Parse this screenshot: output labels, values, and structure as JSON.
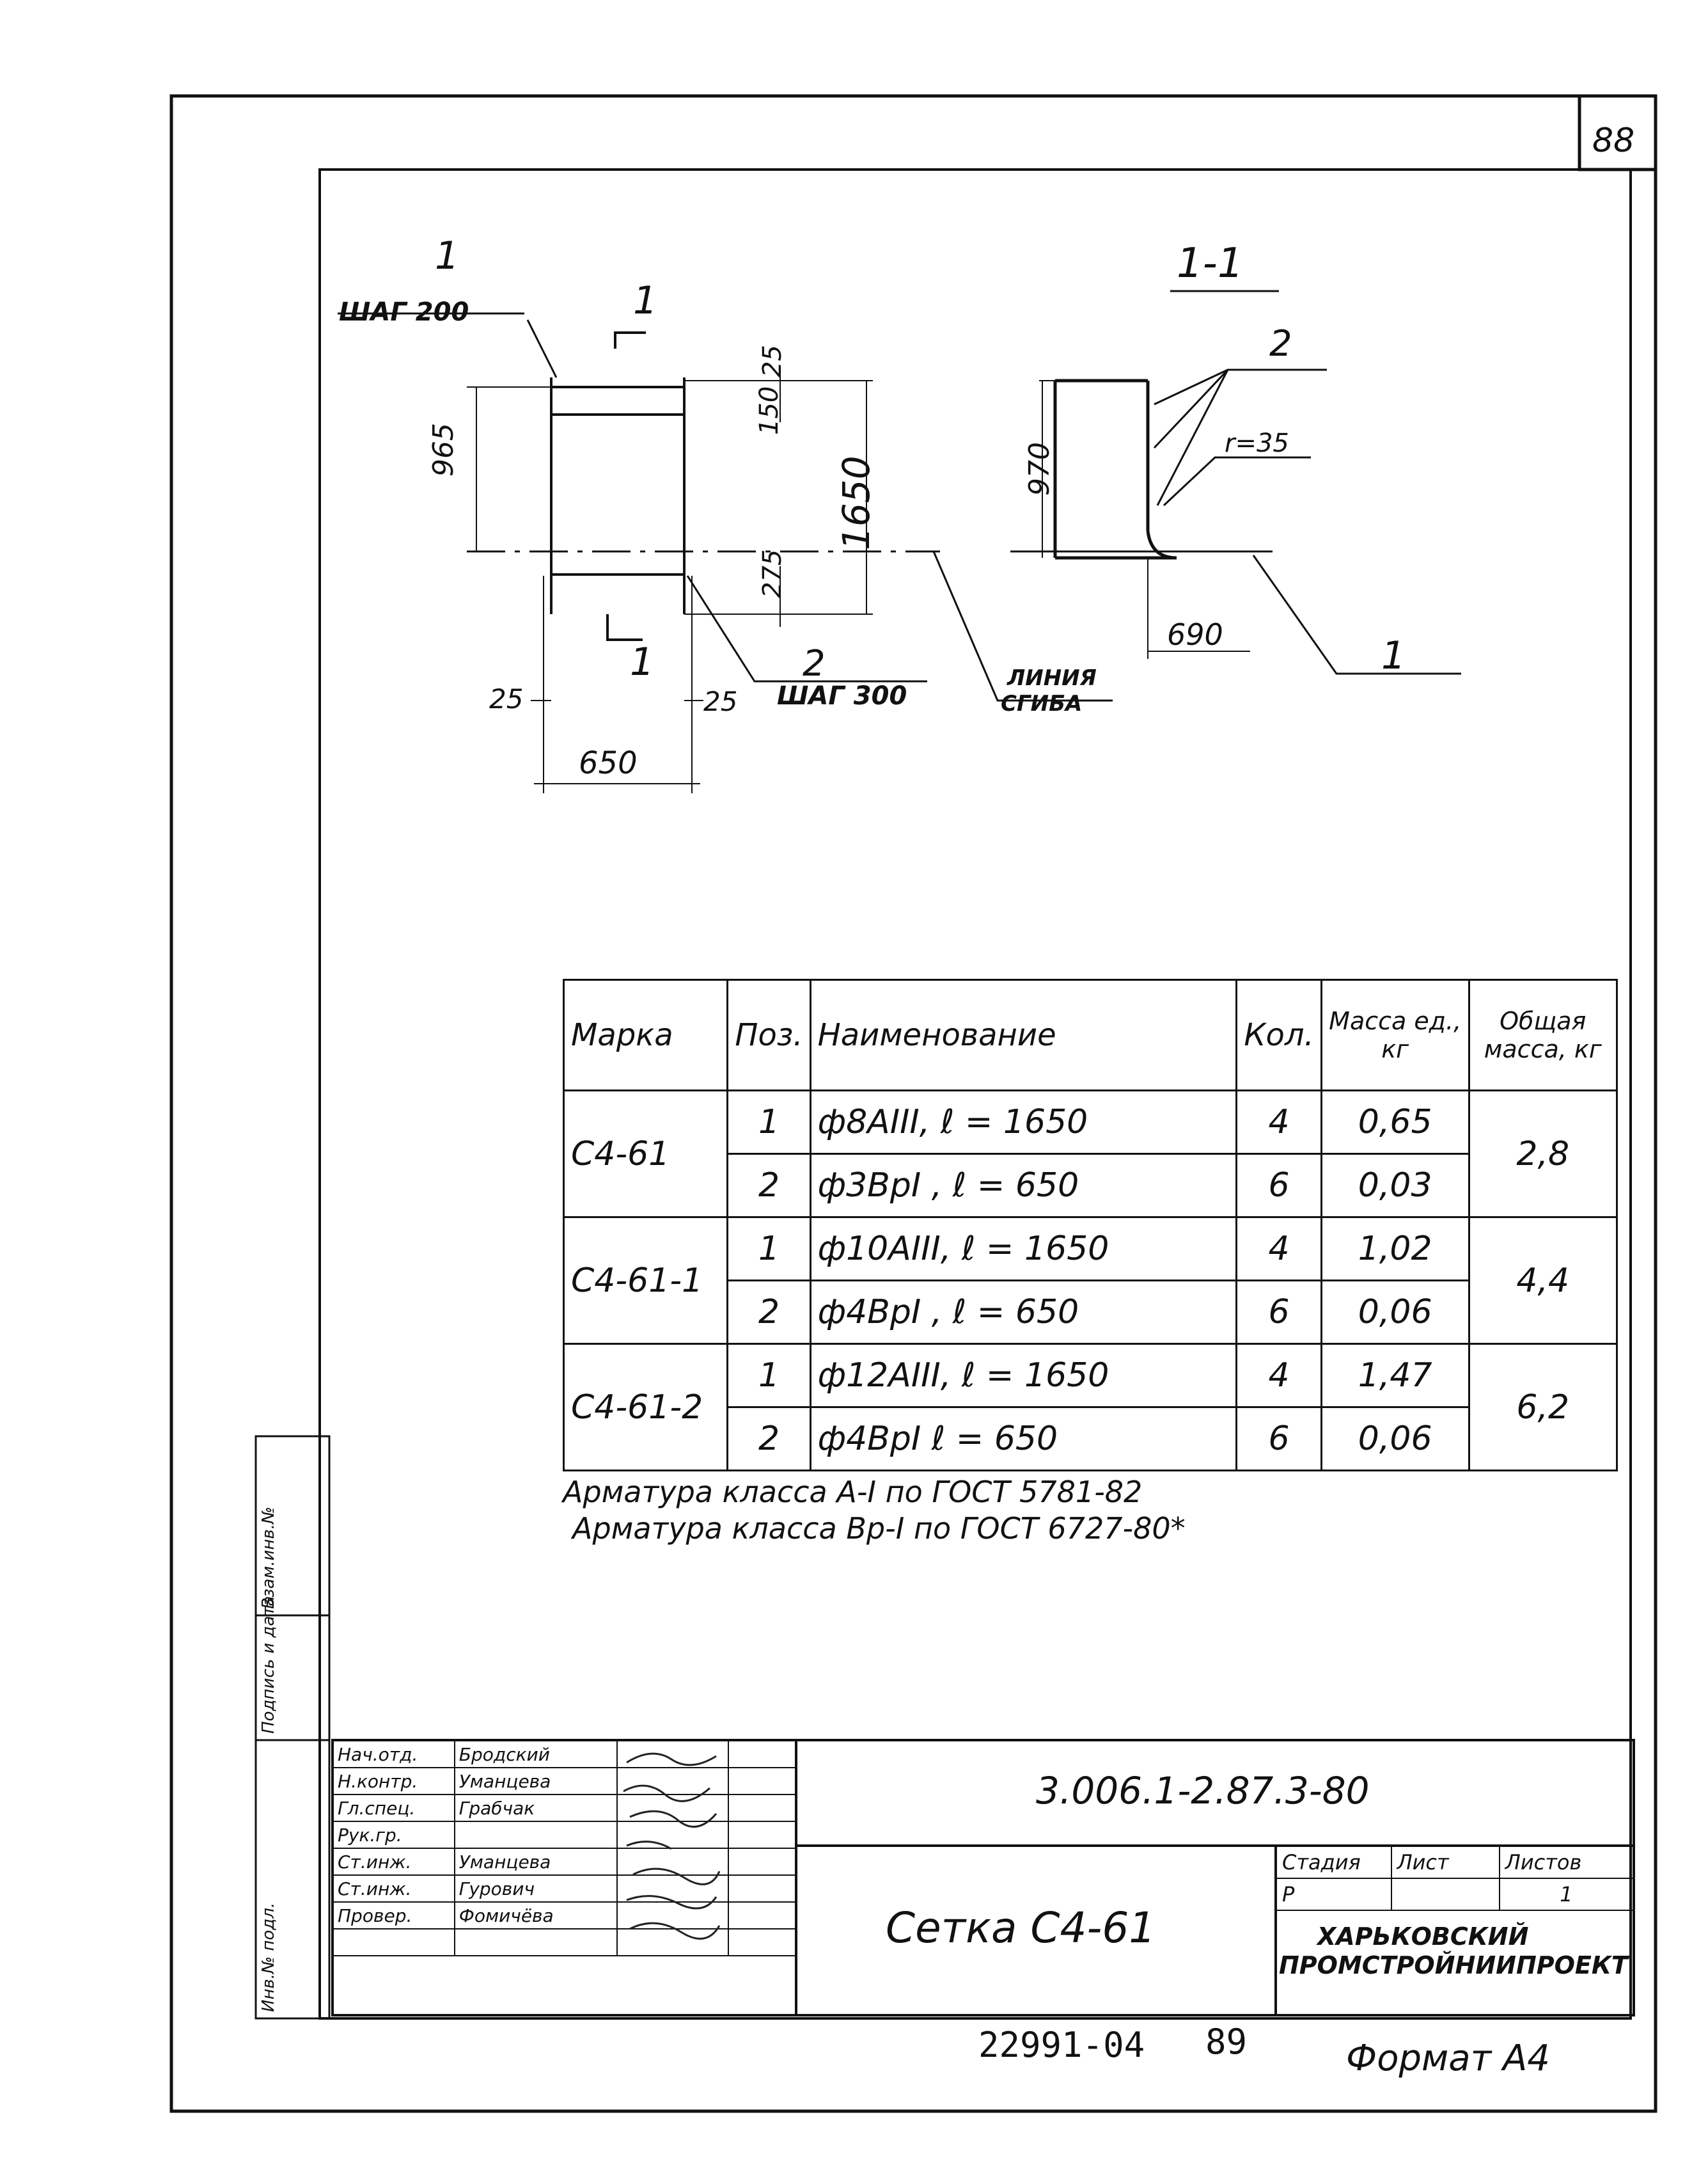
{
  "page_number": "88",
  "drawing": {
    "section_label": "1-1",
    "cut_mark": "1",
    "callouts": {
      "pos1_top": "1",
      "pitch_200": "ШАГ 200",
      "pos2_bottom": "2",
      "pitch_300": "ШАГ 300",
      "fold_line_1": "ЛИНИЯ",
      "fold_line_2": "СГИБА",
      "section_pos2": "2",
      "section_radius": "r=35",
      "section_pos1": "1"
    },
    "dims": {
      "d965": "965",
      "d25_top": "25",
      "d150": "150",
      "d1650": "1650",
      "d275": "275",
      "d25_left": "25",
      "d25_right": "25",
      "d650": "650",
      "d970": "970",
      "d690": "690"
    }
  },
  "spec_table": {
    "headers": {
      "mark": "Марка",
      "pos": "Поз.",
      "name": "Наименование",
      "qty": "Кол.",
      "unit_mass": "Масса ед., кг",
      "total_mass": "Общая масса, кг"
    },
    "groups": [
      {
        "mark": "С4-61",
        "total": "2,8",
        "rows": [
          {
            "pos": "1",
            "name": "ф8АIII,   ℓ = 1650",
            "qty": "4",
            "mass": "0,65"
          },
          {
            "pos": "2",
            "name": "ф3ВрI ,  ℓ = 650",
            "qty": "6",
            "mass": "0,03"
          }
        ]
      },
      {
        "mark": "С4-61-1",
        "total": "4,4",
        "rows": [
          {
            "pos": "1",
            "name": "ф10АIII,   ℓ = 1650",
            "qty": "4",
            "mass": "1,02"
          },
          {
            "pos": "2",
            "name": "ф4ВрI ,  ℓ = 650",
            "qty": "6",
            "mass": "0,06"
          }
        ]
      },
      {
        "mark": "С4-61-2",
        "total": "6,2",
        "rows": [
          {
            "pos": "1",
            "name": "ф12АIII,   ℓ = 1650",
            "qty": "4",
            "mass": "1,47"
          },
          {
            "pos": "2",
            "name": "ф4ВрI   ℓ = 650",
            "qty": "6",
            "mass": "0,06"
          }
        ]
      }
    ]
  },
  "notes": [
    "Арматура класса А-I по ГОСТ 5781-82",
    "Арматура класса Вр-I по ГОСТ 6727-80*"
  ],
  "side_stamp": {
    "inv": "Инв.№ подл.",
    "signature": "Подпись и дата",
    "replace": "Взам.инв.№"
  },
  "title_block": {
    "staff": [
      {
        "role": "Нач.отд.",
        "name": "Бродский"
      },
      {
        "role": "Н.контр.",
        "name": "Уманцева"
      },
      {
        "role": "Гл.спец.",
        "name": "Грабчак"
      },
      {
        "role": "Рук.гр.",
        "name": ""
      },
      {
        "role": "Ст.инж.",
        "name": "Уманцева"
      },
      {
        "role": "Ст.инж.",
        "name": "Гурович"
      },
      {
        "role": "Провер.",
        "name": "Фомичёва"
      }
    ],
    "doc_code": "3.006.1-2.87.3-80",
    "title": "Сетка С4-61",
    "stage_label": "Стадия",
    "sheet_label": "Лист",
    "sheets_label": "Листов",
    "stage": "Р",
    "sheet": "",
    "sheets": "1",
    "org_1": "ХАРЬКОВСКИЙ",
    "org_2": "ПРОМСТРОЙНИИПРОЕКТ"
  },
  "footer": {
    "number": "22991-04",
    "page": "89",
    "format": "Формат А4"
  }
}
